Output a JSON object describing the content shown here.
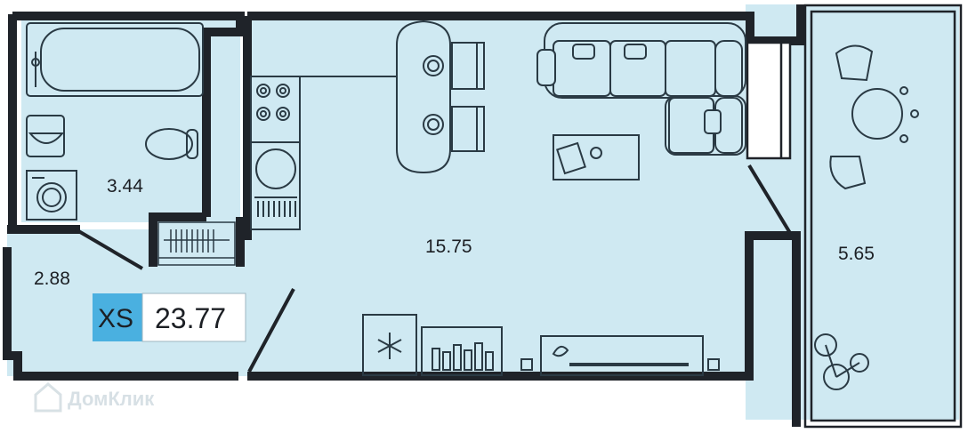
{
  "plan": {
    "bathroom_area": "3.44",
    "hall_area": "2.88",
    "main_room_area": "15.75",
    "balcony_area": "5.65"
  },
  "badge": {
    "type": "XS",
    "total_area": "23.77",
    "type_color": "#4ab0e0"
  },
  "watermark": {
    "text": "ДомКлик"
  },
  "colors": {
    "room_fill": "#cfe9f2",
    "wall": "#1f2329",
    "furniture_stroke": "#2a3a44"
  }
}
